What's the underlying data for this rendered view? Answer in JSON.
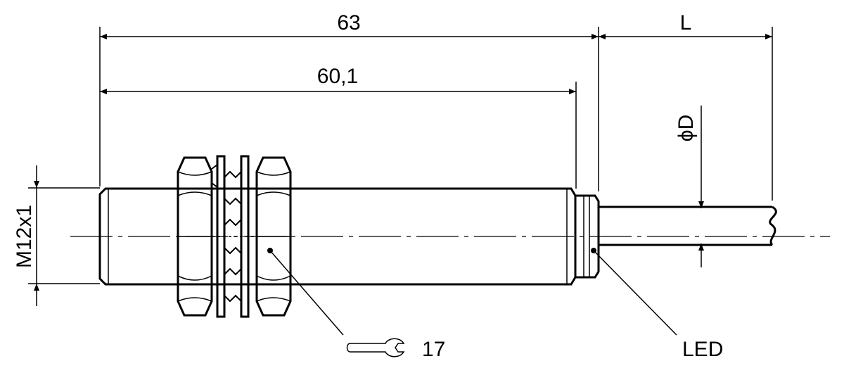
{
  "dimensions": {
    "overall_length": "63",
    "body_length": "60,1",
    "cable_length": "L",
    "thread": "M12x1",
    "cable_diameter": "ϕD"
  },
  "callouts": {
    "wrench_size": "17",
    "led_label": "LED"
  },
  "icons": [
    "wrench-icon"
  ],
  "colors": {
    "line": "#000000",
    "background": "#ffffff"
  }
}
